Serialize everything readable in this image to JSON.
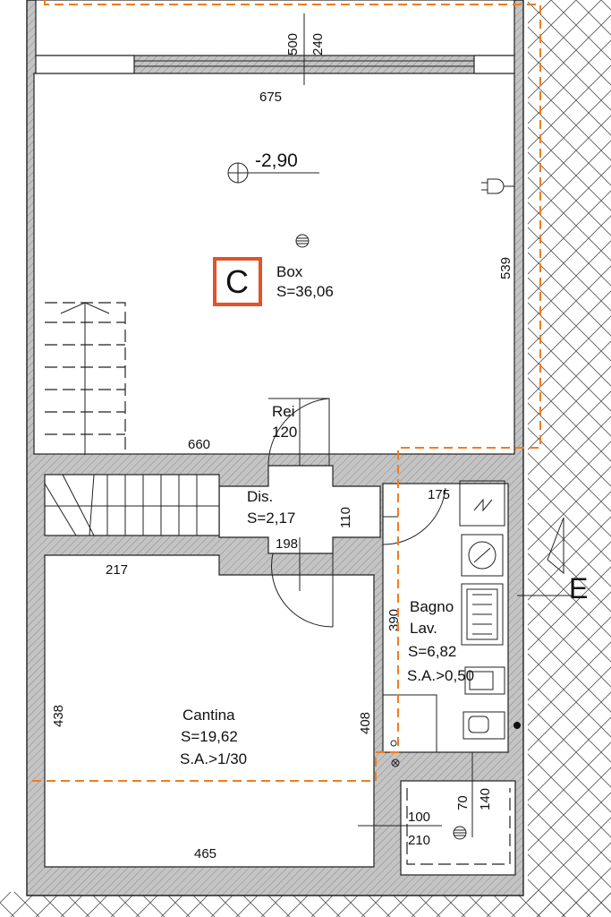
{
  "colors": {
    "accent": "#ef7d1f",
    "wall": "#bdbdbd",
    "ink": "#222222",
    "marker": "#e2522b"
  },
  "unit_marker": {
    "letter": "C"
  },
  "rooms": {
    "box": {
      "name": "Box",
      "area": "S=36,06",
      "level": "-2,90"
    },
    "dis": {
      "name": "Dis.",
      "area": "S=2,17"
    },
    "cantina": {
      "name": "Cantina",
      "area": "S=19,62",
      "ratio": "S.A.>1/30"
    },
    "bagno": {
      "name": "Bagno",
      "sub": "Lav.",
      "area": "S=6,82",
      "ratio": "S.A.>0,50"
    }
  },
  "door_labels": {
    "rei_name": "Rei",
    "rei_value": "120"
  },
  "section_letter": "E",
  "dimensions": {
    "top_500": "500",
    "top_240": "240",
    "box_width": "675",
    "box_depth": "539",
    "box_bottom": "660",
    "cantina_top": "217",
    "cantina_bottom": "465",
    "cantina_side": "438",
    "dis_110": "110",
    "dis_198": "198",
    "bagno_175": "175",
    "bagno_390": "390",
    "cantina_408": "408",
    "d_100": "100",
    "d_210": "210",
    "d_70": "70",
    "d_140": "140"
  }
}
